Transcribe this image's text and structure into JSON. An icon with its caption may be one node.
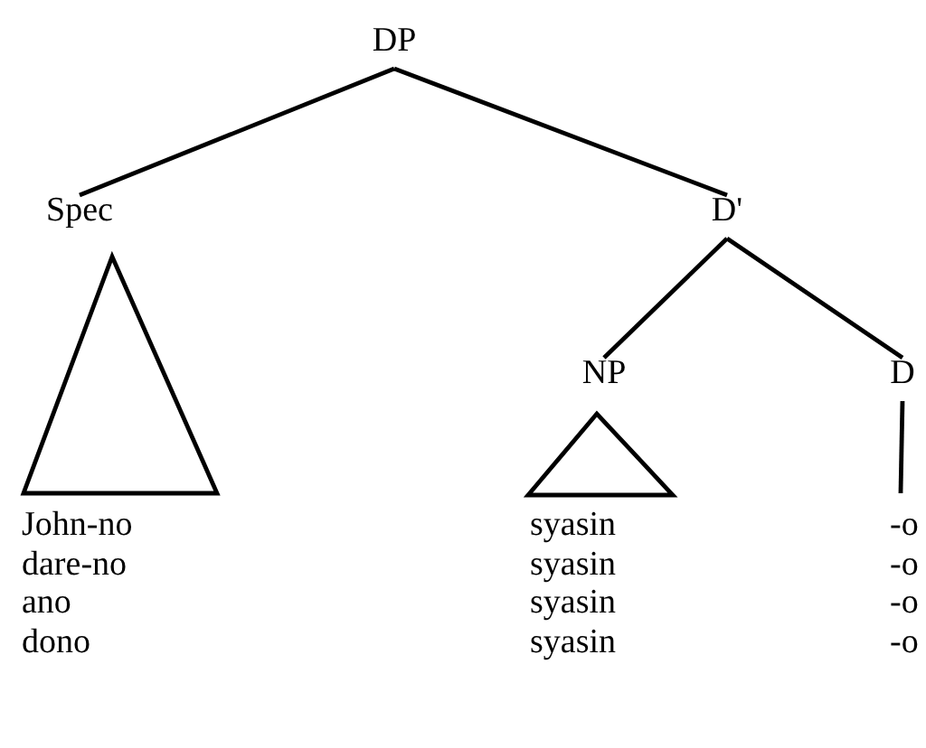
{
  "diagram": {
    "nodes": [
      {
        "text": [
          "DP"
        ]
      },
      {
        "text": [
          "Spec"
        ]
      },
      {
        "text": [
          "D'"
        ]
      },
      {
        "text": [],
        "shape": "triangle"
      },
      {
        "text": [
          "NP"
        ]
      },
      {
        "text": [
          "D"
        ]
      },
      {
        "text": [],
        "shape": "triangle"
      }
    ],
    "edges": [
      {
        "from": 0,
        "to": 1,
        "arrow": "none"
      },
      {
        "from": 0,
        "to": 2,
        "arrow": "none"
      },
      {
        "from": 2,
        "to": 4,
        "arrow": "none"
      },
      {
        "from": 2,
        "to": 5,
        "arrow": "none"
      },
      {
        "from": 5,
        "to": null,
        "arrow": "none"
      }
    ],
    "labels": [
      "John-no",
      "syasin",
      "-o",
      "dare-no",
      "syasin",
      "-o",
      "ano",
      "syasin",
      "-o",
      "dono",
      "syasin",
      "-o"
    ]
  }
}
